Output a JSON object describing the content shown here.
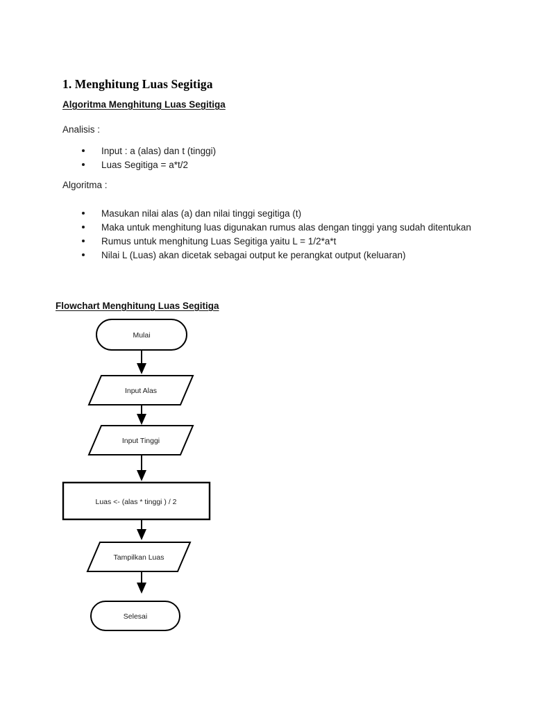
{
  "document": {
    "title": "1. Menghitung Luas Segitiga",
    "sections": {
      "algoritma_heading": "Algoritma Menghitung Luas Segitiga",
      "analisis_label": "Analisis :",
      "analisis_items": [
        "Input : a (alas) dan t (tinggi)",
        "Luas Segitiga = a*t/2"
      ],
      "algoritma_label": "Algoritma :",
      "algoritma_items": [
        "Masukan nilai alas (a) dan nilai tinggi segitiga (t)",
        "Maka untuk menghitung luas digunakan rumus alas dengan tinggi yang sudah ditentukan",
        "Rumus untuk menghitung Luas Segitiga yaitu L = 1/2*a*t",
        "Nilai L (Luas) akan dicetak sebagai output ke perangkat output (keluaran)"
      ],
      "flowchart_heading": "Flowchart Menghitung Luas Segitiga"
    }
  },
  "flowchart": {
    "nodes": [
      {
        "id": "mulai",
        "shape": "terminator",
        "label": "Mulai"
      },
      {
        "id": "input-alas",
        "shape": "parallelogram",
        "label": "Input Alas"
      },
      {
        "id": "input-tinggi",
        "shape": "parallelogram",
        "label": "Input Tinggi"
      },
      {
        "id": "hitung-luas",
        "shape": "process",
        "label": "Luas <- (alas * tinggi ) / 2"
      },
      {
        "id": "tampilkan",
        "shape": "parallelogram",
        "label": "Tampilkan Luas"
      },
      {
        "id": "selesai",
        "shape": "terminator",
        "label": "Selesai"
      }
    ],
    "connectors": [
      {
        "from": "mulai",
        "to": "input-alas"
      },
      {
        "from": "input-alas",
        "to": "input-tinggi"
      },
      {
        "from": "input-tinggi",
        "to": "hitung-luas"
      },
      {
        "from": "hitung-luas",
        "to": "tampilkan"
      },
      {
        "from": "tampilkan",
        "to": "selesai"
      }
    ]
  },
  "colors": {
    "page_background": "#ffffff",
    "text": "#1a1a1a",
    "stroke": "#000000"
  }
}
